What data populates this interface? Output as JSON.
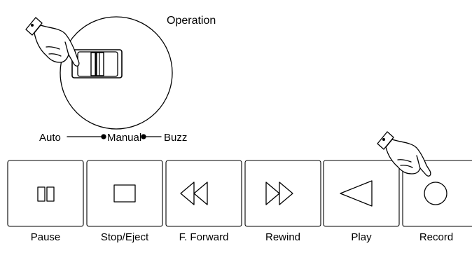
{
  "operation": {
    "title": "Operation",
    "modes": [
      "Auto",
      "Manual",
      "Buzz"
    ]
  },
  "buttons": [
    {
      "label": "Pause",
      "icon": "pause-icon"
    },
    {
      "label": "Stop/Eject",
      "icon": "stop-icon"
    },
    {
      "label": "F. Forward",
      "icon": "rewind-arrows-icon"
    },
    {
      "label": "Rewind",
      "icon": "forward-arrows-icon"
    },
    {
      "label": "Play",
      "icon": "play-left-triangle-icon"
    },
    {
      "label": "Record",
      "icon": "record-circle-icon"
    }
  ],
  "pointers": [
    "pointing-hand-icon",
    "pointing-hand-icon"
  ]
}
